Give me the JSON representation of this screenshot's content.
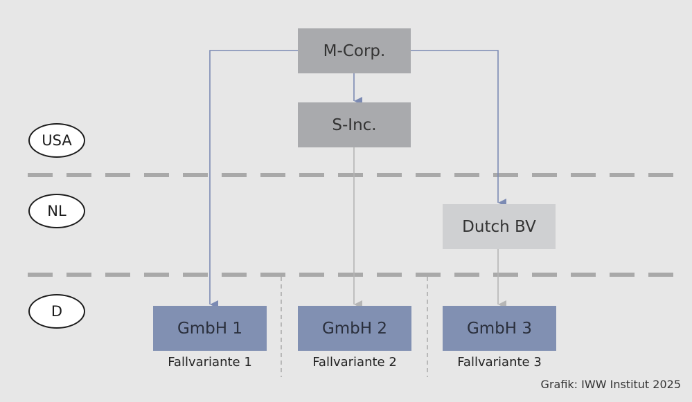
{
  "colors": {
    "background": "#e7e7e7",
    "box_gray": "#a9aaad",
    "box_light": "#cfd0d2",
    "box_blue": "#8190b2",
    "arrow_blue": "#7b8ab3",
    "arrow_gray": "#b5b5b5",
    "separator_dash": "#a9a9a9"
  },
  "countries": [
    {
      "id": "usa",
      "label": "USA"
    },
    {
      "id": "nl",
      "label": "NL"
    },
    {
      "id": "d",
      "label": "D"
    }
  ],
  "entities": {
    "m_corp": "M-Corp.",
    "s_inc": "S-Inc.",
    "dutch_bv": "Dutch BV",
    "gmbh1": "GmbH 1",
    "gmbh2": "GmbH 2",
    "gmbh3": "GmbH 3"
  },
  "captions": {
    "variant1": "Fallvariante 1",
    "variant2": "Fallvariante 2",
    "variant3": "Fallvariante 3"
  },
  "edges": [
    {
      "from": "m_corp",
      "to": "gmbh1",
      "style": "blue"
    },
    {
      "from": "m_corp",
      "to": "s_inc",
      "style": "blue"
    },
    {
      "from": "m_corp",
      "to": "dutch_bv",
      "style": "blue"
    },
    {
      "from": "s_inc",
      "to": "gmbh2",
      "style": "gray"
    },
    {
      "from": "dutch_bv",
      "to": "gmbh3",
      "style": "gray"
    }
  ],
  "credit": "Grafik: IWW Institut 2025"
}
